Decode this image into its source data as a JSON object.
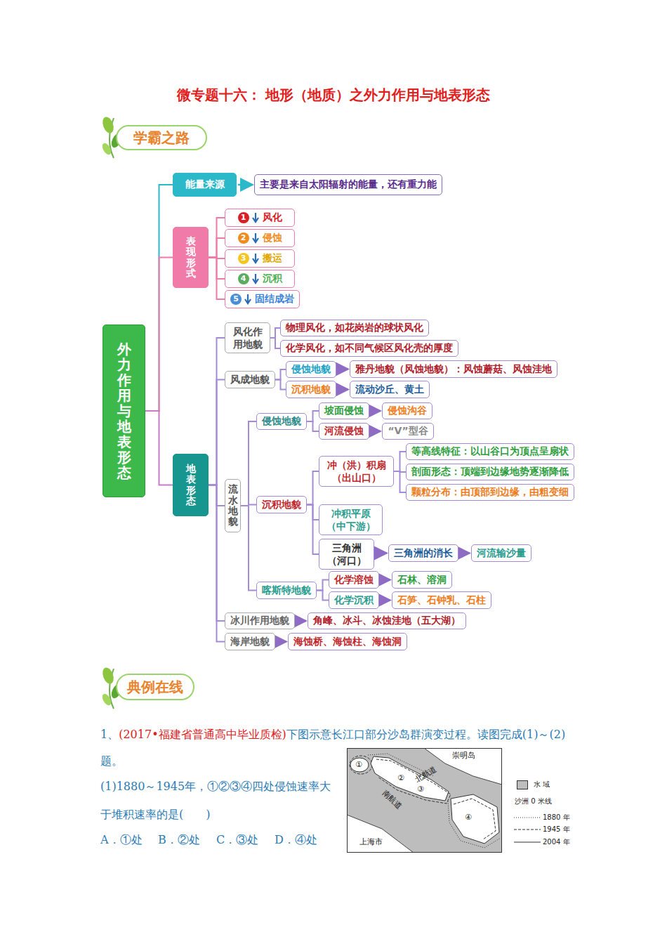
{
  "diagram": {
    "title": "微专题十六： 地形（地质）之外力作用与地表形态",
    "nodes": [
      {
        "text": [
          "学霸之路"
        ]
      },
      {
        "text": [
          "外力作用与地表形态"
        ]
      },
      {
        "text": [
          "能量来源"
        ]
      },
      {
        "text": [
          "主要是来自太阳辐射的能量，还有重力能"
        ]
      },
      {
        "text": [
          "表现形式"
        ]
      },
      {
        "text": [
          "1",
          "风化"
        ]
      },
      {
        "text": [
          "2",
          "侵蚀"
        ]
      },
      {
        "text": [
          "3",
          "搬运"
        ]
      },
      {
        "text": [
          "4",
          "沉积"
        ]
      },
      {
        "text": [
          "5",
          "固结成岩"
        ]
      },
      {
        "text": [
          "地表形态"
        ]
      },
      {
        "text": [
          "风化作用地貌"
        ]
      },
      {
        "text": [
          "物理风化，如花岗岩的球状风化"
        ]
      },
      {
        "text": [
          "化学风化，如不同气候区风化壳的厚度"
        ]
      },
      {
        "text": [
          "风成地貌"
        ]
      },
      {
        "text": [
          "侵蚀地貌"
        ]
      },
      {
        "text": [
          "雅丹地貌（风蚀地貌）：风蚀蘑菇、风蚀洼地"
        ]
      },
      {
        "text": [
          "沉积地貌"
        ]
      },
      {
        "text": [
          "流动沙丘、黄土"
        ]
      },
      {
        "text": [
          "流水地貌"
        ]
      },
      {
        "text": [
          "侵蚀地貌"
        ]
      },
      {
        "text": [
          "坡面侵蚀"
        ]
      },
      {
        "text": [
          "侵蚀沟谷"
        ]
      },
      {
        "text": [
          "河流侵蚀"
        ]
      },
      {
        "text": [
          "“V”型谷"
        ]
      },
      {
        "text": [
          "沉积地貌"
        ]
      },
      {
        "text": [
          "冲（洪）积扇（出山口）"
        ]
      },
      {
        "text": [
          "等高线特征：以山谷口为顶点呈扇状"
        ]
      },
      {
        "text": [
          "剖面形态：顶端到边缘地势逐渐降低"
        ]
      },
      {
        "text": [
          "颗粒分布：由顶部到边缘，由粗变细"
        ]
      },
      {
        "text": [
          "冲积平原（中下游）"
        ]
      },
      {
        "text": [
          "三角洲（河口）"
        ]
      },
      {
        "text": [
          "三角洲的消长"
        ]
      },
      {
        "text": [
          "河流输沙量"
        ]
      },
      {
        "text": [
          "喀斯特地貌"
        ]
      },
      {
        "text": [
          "化学溶蚀"
        ]
      },
      {
        "text": [
          "石林、溶洞"
        ]
      },
      {
        "text": [
          "化学沉积"
        ]
      },
      {
        "text": [
          "石笋、石钟乳、石柱"
        ]
      },
      {
        "text": [
          "冰川作用地貌"
        ]
      },
      {
        "text": [
          "角峰、冰斗、冰蚀洼地（五大湖）"
        ]
      },
      {
        "text": [
          "海岸地貌"
        ]
      },
      {
        "text": [
          "海蚀桥、海蚀柱、海蚀洞"
        ]
      },
      {
        "text": [
          "典例在线"
        ]
      }
    ],
    "edges": [
      {
        "from": 1,
        "to": 2,
        "arrow": "none"
      },
      {
        "from": 1,
        "to": 4,
        "arrow": "none"
      },
      {
        "from": 1,
        "to": 10,
        "arrow": "none"
      },
      {
        "from": 2,
        "to": 3,
        "arrow": "to"
      },
      {
        "from": 4,
        "to": 5,
        "arrow": "none"
      },
      {
        "from": 4,
        "to": 6,
        "arrow": "none"
      },
      {
        "from": 4,
        "to": 7,
        "arrow": "none"
      },
      {
        "from": 4,
        "to": 8,
        "arrow": "none"
      },
      {
        "from": 4,
        "to": 9,
        "arrow": "none"
      },
      {
        "from": 10,
        "to": 11,
        "arrow": "none"
      },
      {
        "from": 10,
        "to": 14,
        "arrow": "none"
      },
      {
        "from": 10,
        "to": 19,
        "arrow": "none"
      },
      {
        "from": 10,
        "to": 39,
        "arrow": "none"
      },
      {
        "from": 10,
        "to": 41,
        "arrow": "none"
      },
      {
        "from": 11,
        "to": 12,
        "arrow": "none"
      },
      {
        "from": 11,
        "to": 13,
        "arrow": "none"
      },
      {
        "from": 14,
        "to": 15,
        "arrow": "none"
      },
      {
        "from": 14,
        "to": 17,
        "arrow": "none"
      },
      {
        "from": 15,
        "to": 16,
        "arrow": "to"
      },
      {
        "from": 17,
        "to": 18,
        "arrow": "to"
      },
      {
        "from": 19,
        "to": 20,
        "arrow": "none"
      },
      {
        "from": 19,
        "to": 25,
        "arrow": "none"
      },
      {
        "from": 19,
        "to": 34,
        "arrow": "none"
      },
      {
        "from": 20,
        "to": 21,
        "arrow": "none"
      },
      {
        "from": 20,
        "to": 23,
        "arrow": "none"
      },
      {
        "from": 21,
        "to": 22,
        "arrow": "to"
      },
      {
        "from": 23,
        "to": 24,
        "arrow": "to"
      },
      {
        "from": 25,
        "to": 26,
        "arrow": "none"
      },
      {
        "from": 25,
        "to": 30,
        "arrow": "none"
      },
      {
        "from": 25,
        "to": 31,
        "arrow": "none"
      },
      {
        "from": 26,
        "to": 27,
        "arrow": "none"
      },
      {
        "from": 26,
        "to": 28,
        "arrow": "none"
      },
      {
        "from": 26,
        "to": 29,
        "arrow": "none"
      },
      {
        "from": 31,
        "to": 32,
        "arrow": "to"
      },
      {
        "from": 32,
        "to": 33,
        "arrow": "to"
      },
      {
        "from": 34,
        "to": 35,
        "arrow": "none"
      },
      {
        "from": 34,
        "to": 37,
        "arrow": "none"
      },
      {
        "from": 35,
        "to": 36,
        "arrow": "to"
      },
      {
        "from": 37,
        "to": 38,
        "arrow": "to"
      },
      {
        "from": 39,
        "to": 40,
        "arrow": "to"
      },
      {
        "from": 41,
        "to": 42,
        "arrow": "to"
      }
    ],
    "labels": [
      "1、",
      "(2017•福建省普通高中毕业质检)",
      "下图示意长江口部分沙岛群演变过程。读图完成(1)～(2)题。",
      "(1)1880～1945年，①②③④四处侵蚀速率大于堆积速率的是(　　)",
      "A．①处",
      "B．②处",
      "C．③处",
      "D．④处",
      "崇明岛",
      "北航道",
      "南航道",
      "上海市",
      "①",
      "②",
      "③",
      "④"
    ],
    "legend": [
      {
        "text": "水 域",
        "color": "#bdbdbd"
      },
      {
        "text": "沙洲 0 米线"
      },
      {
        "text": "1880 年"
      },
      {
        "text": "1945 年"
      },
      {
        "text": "2004 年"
      }
    ]
  }
}
